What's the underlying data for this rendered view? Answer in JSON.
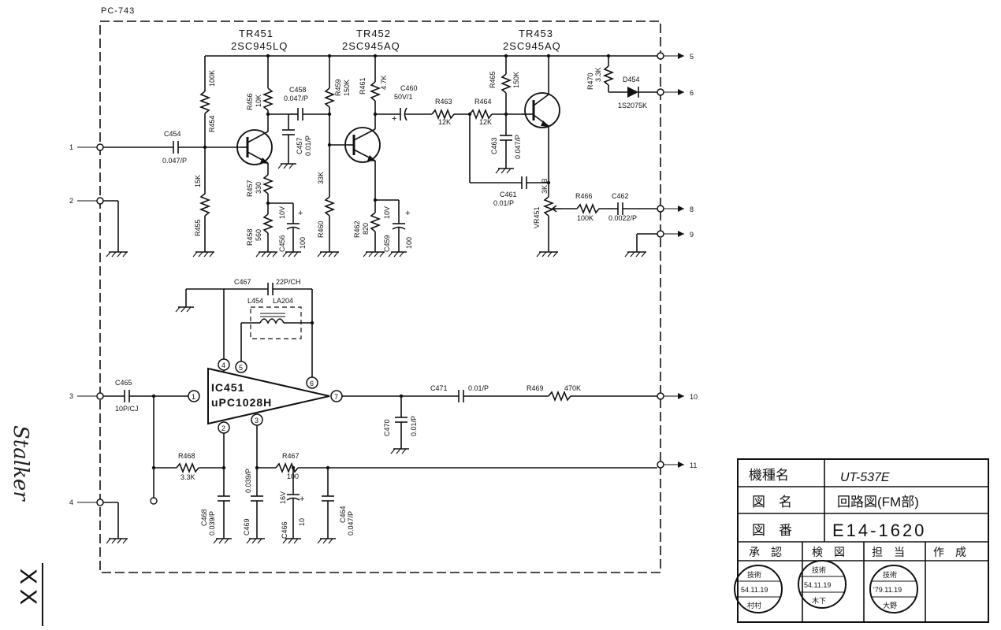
{
  "sheet": {
    "board": "PC-743",
    "side_marks": [
      "XX"
    ],
    "signature": "Stalker"
  },
  "terminals": [
    "1",
    "2",
    "3",
    "4",
    "5",
    "6",
    "8",
    "9",
    "10",
    "11"
  ],
  "transistors": [
    {
      "ref": "TR451",
      "part": "2SC945LQ"
    },
    {
      "ref": "TR452",
      "part": "2SC945AQ"
    },
    {
      "ref": "TR453",
      "part": "2SC945AQ"
    }
  ],
  "ic": {
    "ref": "IC451",
    "part": "uPC1028H",
    "pins": [
      "1",
      "2",
      "3",
      "4",
      "5",
      "6",
      "7"
    ]
  },
  "resistors": [
    {
      "ref": "R454",
      "value": "100K"
    },
    {
      "ref": "R455",
      "value": "15K"
    },
    {
      "ref": "R456",
      "value": "10K"
    },
    {
      "ref": "R457",
      "value": "330"
    },
    {
      "ref": "R458",
      "value": "560"
    },
    {
      "ref": "R459",
      "value": "150K"
    },
    {
      "ref": "R460",
      "value": "33K"
    },
    {
      "ref": "R461",
      "value": "4.7K"
    },
    {
      "ref": "R462",
      "value": "820"
    },
    {
      "ref": "R463",
      "value": "12K"
    },
    {
      "ref": "R464",
      "value": "12K"
    },
    {
      "ref": "R465",
      "value": "150K"
    },
    {
      "ref": "R466",
      "value": "100K"
    },
    {
      "ref": "R467",
      "value": "100"
    },
    {
      "ref": "R468",
      "value": "3.3K"
    },
    {
      "ref": "R469",
      "value": "470K"
    },
    {
      "ref": "R470",
      "value": "3.3K"
    },
    {
      "ref": "VR451",
      "value": "3K B"
    }
  ],
  "capacitors": [
    {
      "ref": "C454",
      "value": "0.047/P"
    },
    {
      "ref": "C456",
      "value": "10V",
      "value2": "100"
    },
    {
      "ref": "C457",
      "value": "0.01/P"
    },
    {
      "ref": "C458",
      "value": "0.047/P"
    },
    {
      "ref": "C459",
      "value": "10V",
      "value2": "100"
    },
    {
      "ref": "C460",
      "value": "50V/1"
    },
    {
      "ref": "C461",
      "value": "0.01/P"
    },
    {
      "ref": "C462",
      "value": "0.0022/P"
    },
    {
      "ref": "C463",
      "value": "0.047/P"
    },
    {
      "ref": "C464",
      "value": "0.047/P"
    },
    {
      "ref": "C465",
      "value": "10P/CJ"
    },
    {
      "ref": "C466",
      "value": "16V",
      "value2": "10"
    },
    {
      "ref": "C467",
      "value": "22P/CH"
    },
    {
      "ref": "C468",
      "value": "0.039/P"
    },
    {
      "ref": "C469",
      "value": "0.039/P"
    },
    {
      "ref": "C470",
      "value": "0.01/P"
    },
    {
      "ref": "C471",
      "value": "0.01/P"
    }
  ],
  "diode": {
    "ref": "D454",
    "part": "1S2075K"
  },
  "coil": {
    "ref": "L454",
    "part": "LA204"
  },
  "title_block": {
    "model_label": "機種名",
    "model_value": "UT-537E",
    "drawing_name_label": "図　名",
    "drawing_name_value": "回路図(FM部)",
    "drawing_no_label": "図　番",
    "drawing_no_value": "E14-1620",
    "approval_headers": [
      "承　認",
      "検　図",
      "担　当",
      "作　成"
    ],
    "stamps": [
      {
        "top": "技術",
        "date": "54.11.19",
        "bottom": "村村"
      },
      {
        "top": "技術",
        "date": "54.11.19",
        "bottom": "木下"
      },
      {
        "top": "技術",
        "date": "'79.11.19",
        "bottom": "大野"
      }
    ]
  }
}
